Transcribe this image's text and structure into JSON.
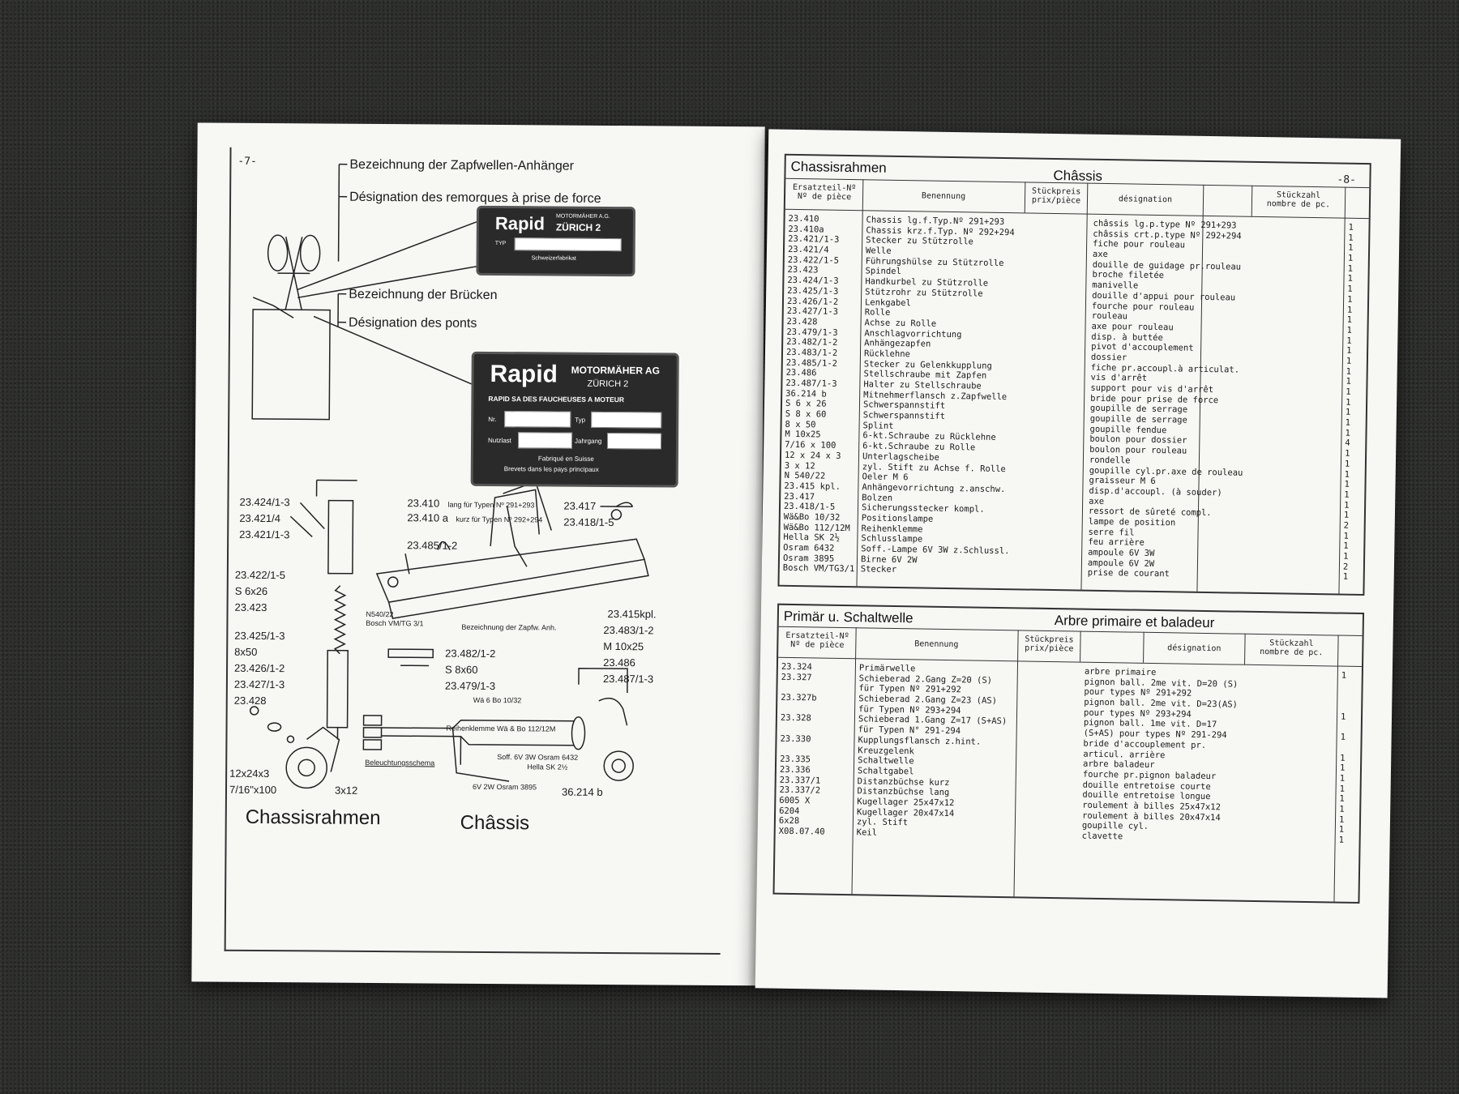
{
  "left": {
    "page_number": "-7-",
    "labels": {
      "zapf_de": "Bezeichnung der Zapfwellen-Anhänger",
      "zapf_fr": "Désignation des remorques à prise de force",
      "bruecken_de": "Bezeichnung der Brücken",
      "bruecken_fr": "Désignation des ponts"
    },
    "plate_small": {
      "brand": "Rapid",
      "company": "MOTORMÄHER A.G.",
      "city": "ZÜRICH 2",
      "typ": "TYP",
      "made": "Schweizerfabrikat"
    },
    "plate_large": {
      "brand": "Rapid",
      "company": "MOTORMÄHER AG",
      "city": "ZÜRICH 2",
      "sub": "RAPID SA DES FAUCHEUSES A MOTEUR",
      "nr": "Nr.",
      "typ": "Typ",
      "nutzlast": "Nutzlast",
      "jahrgang": "Jahrgang",
      "fab": "Fabriqué en Suisse",
      "brevets": "Brevets dans les pays principaux"
    },
    "parts_left": [
      "23.424/1-3",
      "23.421/4",
      "23.421/1-3",
      "23.422/1-5",
      "S 6x26",
      "23.423",
      "23.425/1-3",
      "8x50",
      "23.426/1-2",
      "23.427/1-3",
      "23.428",
      "12x24x3",
      "7/16\"x100",
      "3x12"
    ],
    "parts_mid": {
      "p410_num": "23.410",
      "p410_txt": "lang für Typen Nº 291+293",
      "p410a_num": "23.410 a",
      "p410a_txt": "kurz für Typen Nº 292+294",
      "p485": "23.485/1-2",
      "n540": "N540/22",
      "bosch": "Bosch VM/TG 3/1",
      "zapf_anh": "Bezeichnung der Zapfw. Anh.",
      "p417": "23.417",
      "p418": "23.418/1-5",
      "p415": "23.415kpl.",
      "p483": "23.483/1-2",
      "m10": "M 10x25",
      "p482": "23.482/1-2",
      "s8": "S 8x60",
      "p479": "23.479/1-3",
      "wa6": "Wä 6 Bo 10/32",
      "reihen": "Reihenklemme Wä & Bo 112/12M",
      "soff": "Soff. 6V 3W Osram 6432",
      "hella": "Hella SK 2½",
      "birne": "6V 2W Osram 3895",
      "beleuchtung": "Beleuchtungsschema",
      "p486": "23.486",
      "p487": "23.487/1-3",
      "p36214": "36.214 b"
    },
    "caption_de": "Chassisrahmen",
    "caption_fr": "Châssis"
  },
  "right": {
    "page_number": "-8-",
    "table1": {
      "title_de": "Chassisrahmen",
      "title_fr": "Châssis",
      "headers": {
        "ersatz": "Ersatzteil-Nº\nNº de pièce",
        "benennung": "Benennung",
        "preis": "Stückpreis\nprix/pièce",
        "designation": "désignation",
        "zahl": "Stückzahl\nnombre de pc."
      },
      "rows": [
        [
          "23.410",
          "Chassis lg.f.Typ.Nº 291+293",
          "châssis lg.p.type Nº 291+293",
          "1"
        ],
        [
          "23.410a",
          "Chassis krz.f.Typ. Nº 292+294",
          "châssis crt.p.type Nº 292+294",
          "1"
        ],
        [
          "23.421/1-3",
          "Stecker zu Stützrolle",
          "fiche pour rouleau",
          "1"
        ],
        [
          "23.421/4",
          "Welle",
          "axe",
          "1"
        ],
        [
          "23.422/1-5",
          "Führungshülse zu Stützrolle",
          "douille de guidage pr.rouleau",
          "1"
        ],
        [
          "23.423",
          "Spindel",
          "broche filetée",
          "1"
        ],
        [
          "23.424/1-3",
          "Handkurbel zu Stützrolle",
          "manivelle",
          "1"
        ],
        [
          "23.425/1-3",
          "Stützrohr zu Stützrolle",
          "douille d'appui pour rouleau",
          "1"
        ],
        [
          "23.426/1-2",
          "Lenkgabel",
          "fourche pour rouleau",
          "1"
        ],
        [
          "23.427/1-3",
          "Rolle",
          "rouleau",
          "1"
        ],
        [
          "23.428",
          "Achse zu Rolle",
          "axe pour rouleau",
          "1"
        ],
        [
          "23.479/1-3",
          "Anschlagvorrichtung",
          "disp. à buttée",
          "1"
        ],
        [
          "23.482/1-2",
          "Anhängezapfen",
          "pivot d'accouplement",
          "1"
        ],
        [
          "23.483/1-2",
          "Rücklehne",
          "dossier",
          "1"
        ],
        [
          "23.485/1-2",
          "Stecker zu Gelenkkupplung",
          "fiche pr.accoupl.à articulat.",
          "1"
        ],
        [
          "23.486",
          "Stellschraube mit Zapfen",
          "vis d'arrêt",
          "1"
        ],
        [
          "23.487/1-3",
          "Halter zu Stellschraube",
          "support pour vis d'arrêt",
          "1"
        ],
        [
          "36.214 b",
          "Mitnehmerflansch z.Zapfwelle",
          "bride pour prise de force",
          "1"
        ],
        [
          "S 6 x 26",
          "Schwerspannstift",
          "goupille de serrage",
          "1"
        ],
        [
          "S 8 x 60",
          "Schwerspannstift",
          "goupille de serrage",
          "1"
        ],
        [
          "8 x 50",
          "Splint",
          "goupille fendue",
          "1"
        ],
        [
          "M 10x25",
          "6-kt.Schraube zu Rücklehne",
          "boulon pour dossier",
          "4"
        ],
        [
          "7/16 x 100",
          "6-kt.Schraube zu Rolle",
          "boulon pour rouleau",
          "1"
        ],
        [
          "12 x 24 x 3",
          "Unterlagscheibe",
          "rondelle",
          "1"
        ],
        [
          "3 x 12",
          "zyl. Stift zu Achse f. Rolle",
          "goupille cyl.pr.axe de rouleau",
          "1"
        ],
        [
          "N 540/22",
          "Oeler M 6",
          "graisseur M 6",
          "1"
        ],
        [
          "23.415 kpl.",
          "Anhängevorrichtung z.anschw.",
          "disp.d'accoupl. (à souder)",
          "1"
        ],
        [
          "23.417",
          "Bolzen",
          "axe",
          "1"
        ],
        [
          "23.418/1-5",
          "Sicherungsstecker kompl.",
          "ressort de sûreté compl.",
          "1"
        ],
        [
          "Wä&Bo 10/32",
          "Positionslampe",
          "lampe de position",
          "2"
        ],
        [
          "Wä&Bo 112/12M",
          "Reihenklemme",
          "serre fil",
          "1"
        ],
        [
          "Hella SK 2½",
          "Schlusslampe",
          "feu arrière",
          "1"
        ],
        [
          "Osram 6432",
          "Soff.-Lampe 6V 3W z.Schlussl.",
          "ampoule 6V 3W",
          "1"
        ],
        [
          "Osram 3895",
          "Birne 6V 2W",
          "ampoule 6V 2W",
          "2"
        ],
        [
          "Bosch VM/TG3/1",
          "Stecker",
          "prise de courant",
          "1"
        ]
      ]
    },
    "table2": {
      "title_de": "Primär u. Schaltwelle",
      "title_fr": "Arbre primaire et baladeur",
      "headers": {
        "ersatz": "Ersatzteil-Nº\nNº de pièce",
        "benennung": "Benennung",
        "preis": "Stückpreis\nprix/pièce",
        "designation": "désignation",
        "zahl": "Stückzahl\nnombre de pc."
      },
      "rows": [
        [
          "23.324",
          "Primärwelle",
          "arbre primaire",
          "1"
        ],
        [
          "23.327",
          "Schieberad 2.Gang Z=20 (S)",
          "pignon ball. 2me vit. D=20 (S)",
          ""
        ],
        [
          "",
          "für Typen Nº 291+292",
          "pour types Nº 291+292",
          ""
        ],
        [
          "23.327b",
          "Schieberad 2.Gang Z=23 (AS)",
          "pignon ball. 2me vit. D=23(AS)",
          ""
        ],
        [
          "",
          "für Typen Nº 293+294",
          "pour types Nº 293+294",
          "1"
        ],
        [
          "23.328",
          "Schieberad 1.Gang Z=17 (S+AS)",
          "pignon ball. 1me vit. D=17",
          ""
        ],
        [
          "",
          "für Typen N° 291-294",
          "(S+AS) pour types Nº 291-294",
          "1"
        ],
        [
          "23.330",
          "Kupplungsflansch z.hint.",
          "bride d'accouplement pr.",
          ""
        ],
        [
          "",
          "Kreuzgelenk",
          "articul. arrière",
          "1"
        ],
        [
          "23.335",
          "Schaltwelle",
          "arbre baladeur",
          "1"
        ],
        [
          "23.336",
          "Schaltgabel",
          "fourche pr.pignon baladeur",
          "1"
        ],
        [
          "23.337/1",
          "Distanzbüchse kurz",
          "douille entretoise courte",
          "1"
        ],
        [
          "23.337/2",
          "Distanzbüchse lang",
          "douille entretoise longue",
          "1"
        ],
        [
          "6005 X",
          "Kugellager 25x47x12",
          "roulement à billes 25x47x12",
          "1"
        ],
        [
          "6204",
          "Kugellager 20x47x14",
          "roulement à billes 20x47x14",
          "1"
        ],
        [
          "6x28",
          "zyl. Stift",
          "goupille cyl.",
          "1"
        ],
        [
          "X08.07.40",
          "Keil",
          "clavette",
          "1"
        ]
      ]
    }
  }
}
